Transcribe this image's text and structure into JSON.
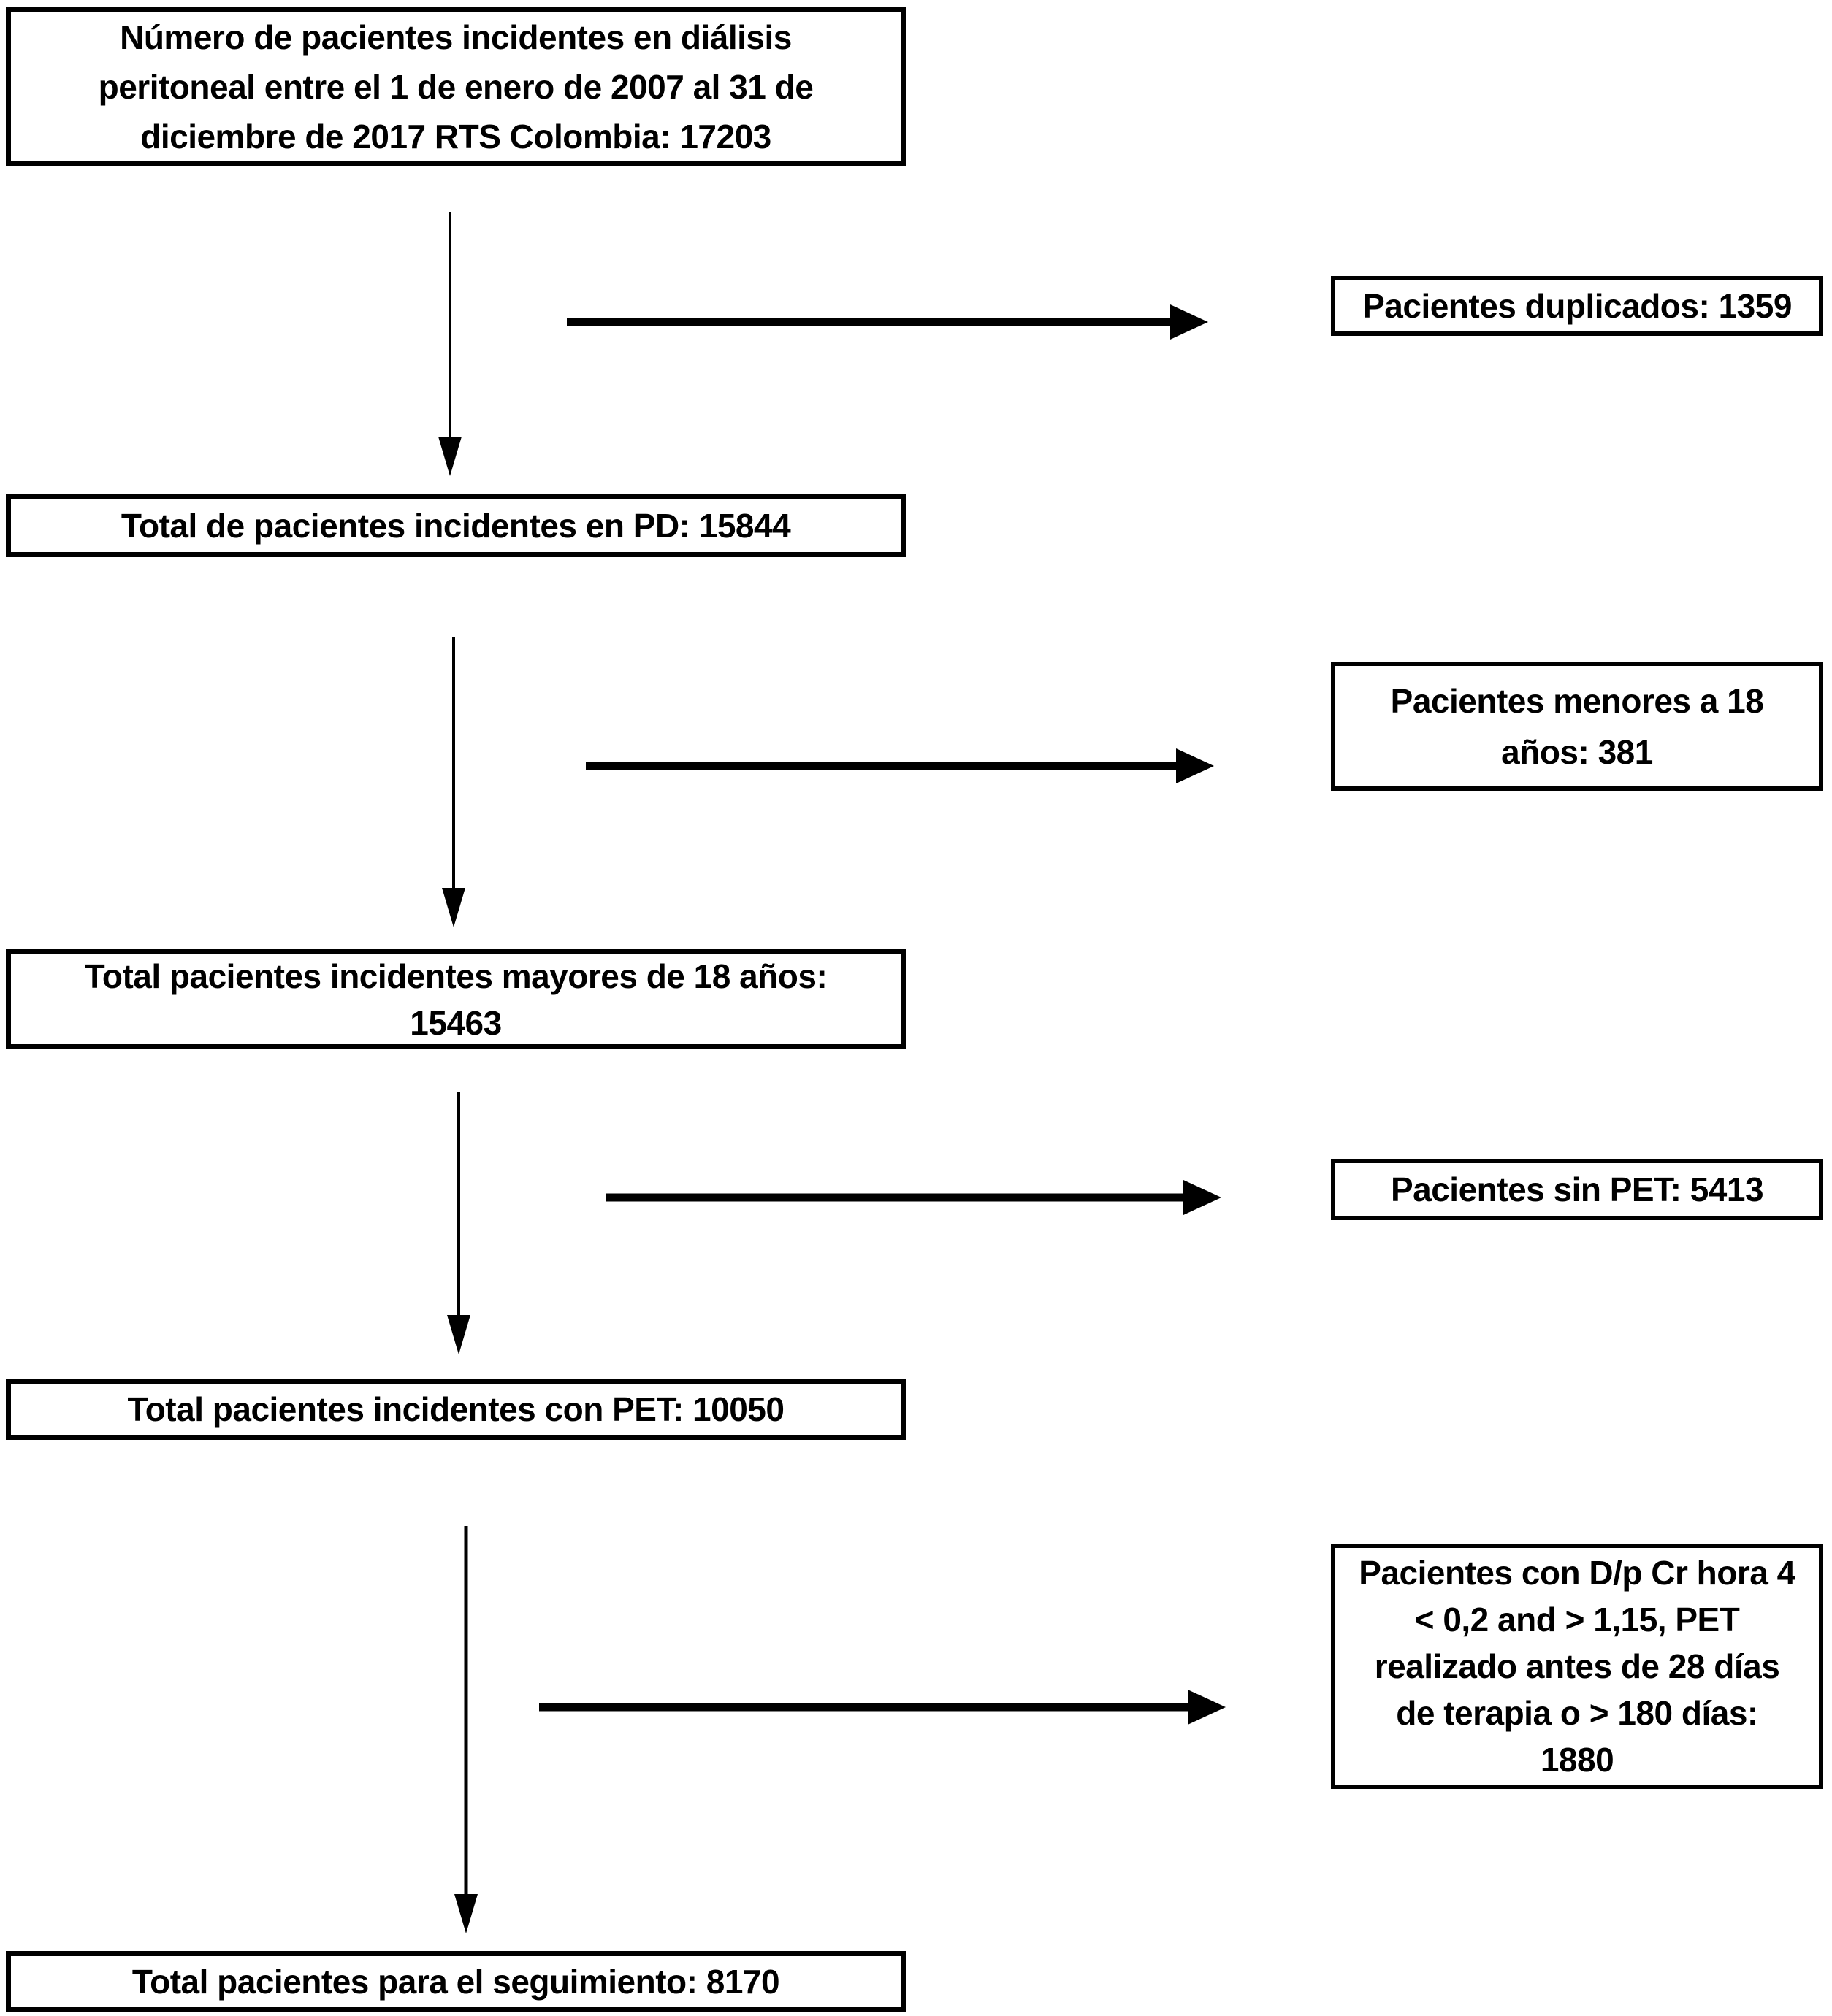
{
  "flowchart": {
    "colors": {
      "background": "#ffffff",
      "box_border": "#000000",
      "text": "#000000",
      "arrow": "#000000"
    },
    "main_boxes": [
      {
        "text": "Número de pacientes incidentes en diálisis peritoneal entre el 1 de enero de 2007 al 31 de diciembre de 2017 RTS Colombia: 17203",
        "lines": [
          "Número de pacientes incidentes en diálisis",
          "peritoneal entre el 1 de enero de 2007 al 31 de",
          "diciembre de 2017 RTS Colombia: 17203"
        ]
      },
      {
        "text": "Total de pacientes incidentes en PD: 15844",
        "lines": [
          "Total de pacientes incidentes en PD: 15844"
        ]
      },
      {
        "text": "Total pacientes incidentes mayores de 18 años: 15463",
        "lines": [
          "Total pacientes incidentes mayores de 18 años:",
          "15463"
        ]
      },
      {
        "text": "Total pacientes incidentes con PET: 10050",
        "lines": [
          "Total pacientes incidentes con PET: 10050"
        ]
      },
      {
        "text": "Total pacientes para el seguimiento: 8170",
        "lines": [
          "Total pacientes para el seguimiento: 8170"
        ]
      }
    ],
    "exclusion_boxes": [
      {
        "text": "Pacientes duplicados: 1359",
        "lines": [
          "Pacientes duplicados: 1359"
        ]
      },
      {
        "text": "Pacientes menores a 18 años: 381",
        "lines": [
          "Pacientes menores a 18",
          "años: 381"
        ]
      },
      {
        "text": "Pacientes sin PET: 5413",
        "lines": [
          "Pacientes sin PET: 5413"
        ]
      },
      {
        "text": "Pacientes con D/p Cr hora 4 < 0,2 and > 1,15, PET realizado antes de 28 días de terapia o > 180 días: 1880",
        "lines": [
          "Pacientes con D/p Cr hora 4",
          "< 0,2 and > 1,15, PET",
          "realizado antes de 28 días",
          "de terapia o > 180 días:",
          "1880"
        ]
      }
    ]
  }
}
